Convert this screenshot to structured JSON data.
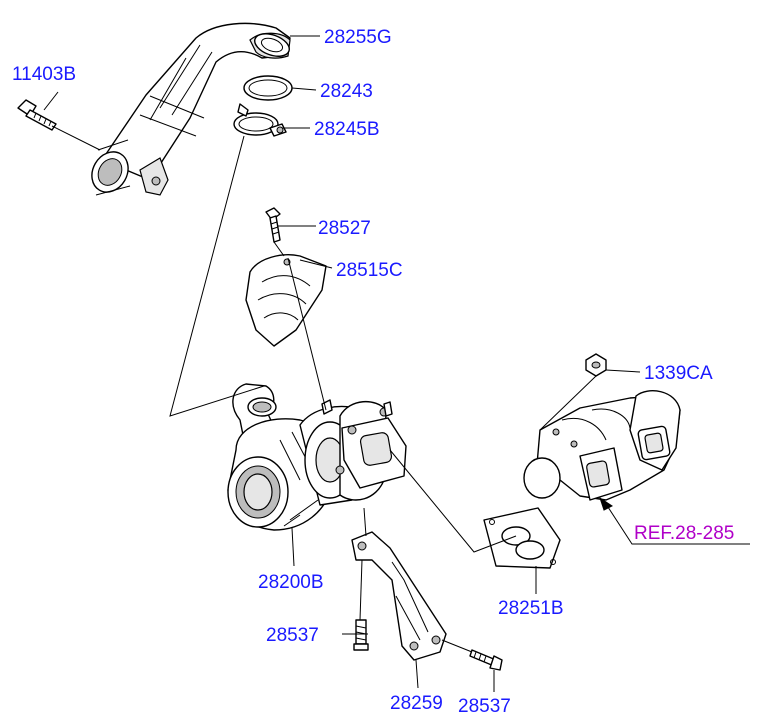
{
  "parts": {
    "p_28255g": "28255G",
    "p_11403b": "11403B",
    "p_28243": "28243",
    "p_28245b": "28245B",
    "p_28527": "28527",
    "p_28515c": "28515C",
    "p_1339ca": "1339CA",
    "p_28200b": "28200B",
    "p_28251b": "28251B",
    "p_28537_left": "28537",
    "p_28259": "28259",
    "p_28537_right": "28537"
  },
  "reference": {
    "label": "REF.28-285",
    "color": "#b000c8"
  },
  "colors": {
    "label": "#1a1aff",
    "line": "#000000",
    "background": "#ffffff"
  }
}
